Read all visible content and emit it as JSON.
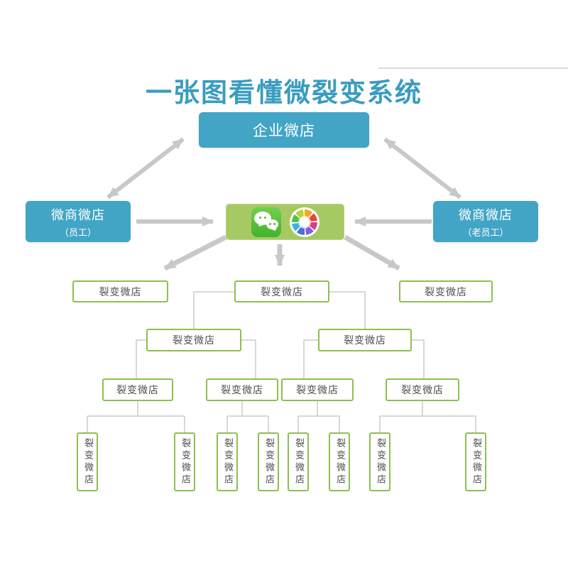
{
  "title": "一张图看懂微裂变系统",
  "top_node": {
    "label": "企业微店"
  },
  "left_node": {
    "label": "微商微店",
    "sublabel": "（员工）"
  },
  "right_node": {
    "label": "微商微店",
    "sublabel": "（老员工）"
  },
  "hub_node": {
    "icons": [
      "wechat-icon",
      "moments-icon"
    ]
  },
  "fission": {
    "label": "裂变微店"
  },
  "colors": {
    "teal_box": "#42a5c5",
    "title_text": "#3a9cc0",
    "hub_fill": "#a6c964",
    "fission_border": "#8dc04f",
    "fission_text": "#4d4d4d",
    "arrow_gray": "#c8c8c8",
    "connector_gray": "#cbcbcb",
    "wechat_green": "#43b22c"
  }
}
